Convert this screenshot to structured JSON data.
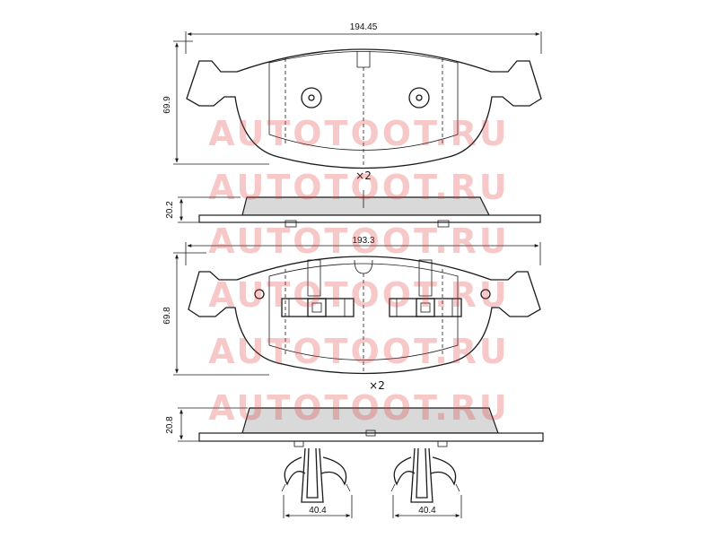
{
  "watermark": {
    "text": "AUTOTOOT.RU",
    "color": "#e23a3a"
  },
  "dimensions": {
    "top_width": "194.45",
    "top_height": "69.9",
    "top_thickness": "20.2",
    "bottom_width": "193.3",
    "bottom_height": "69.8",
    "bottom_thickness": "20.8",
    "clip_left_width": "40.4",
    "clip_right_width": "40.4"
  },
  "multipliers": {
    "top": "×2",
    "bottom": "×2"
  }
}
